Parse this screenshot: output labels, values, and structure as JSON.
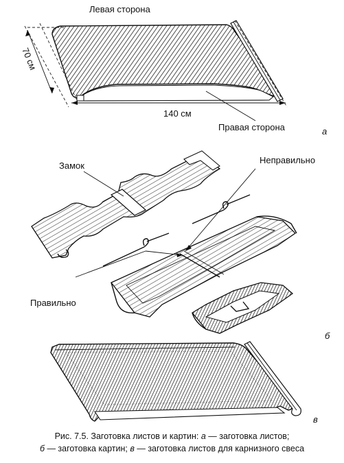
{
  "labels": {
    "left_side": "Левая сторона",
    "right_side": "Правая сторона",
    "width": "70 см",
    "length": "140 см",
    "lock": "Замок",
    "wrong": "Неправильно",
    "correct": "Правильно",
    "part_a": "а",
    "part_b": "б",
    "part_v": "в"
  },
  "caption": {
    "line1_prefix": "Рис. 7.5. Заготовка листов и картин: ",
    "a_letter": "а",
    "a_text": " — заготовка листов;",
    "b_letter": "б",
    "b_text": " — заготовка картин; ",
    "v_letter": "в",
    "v_text": " — заготовка листов для карнизного свеса"
  }
}
